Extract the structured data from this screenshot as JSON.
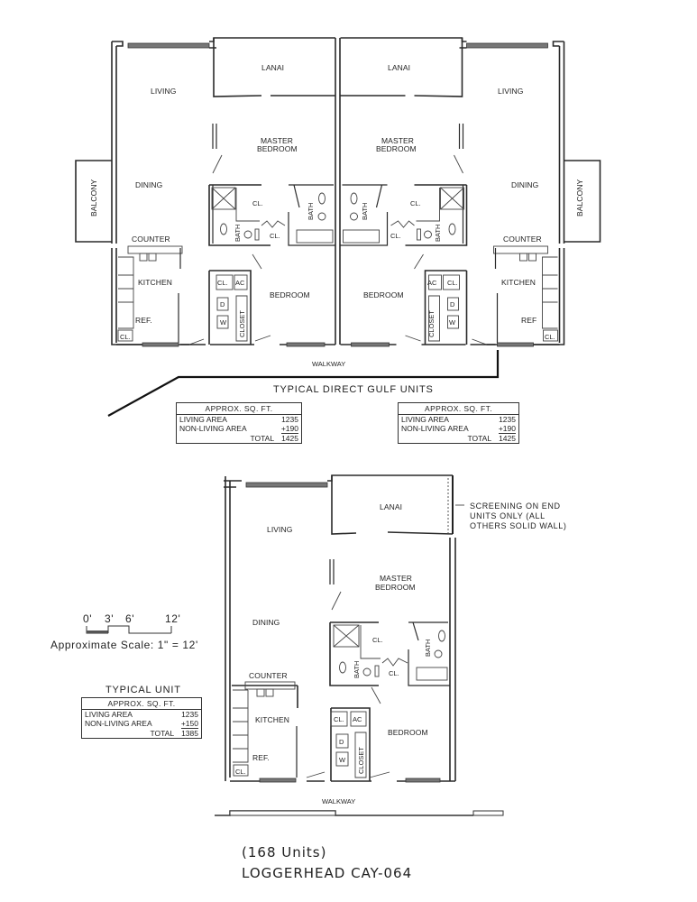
{
  "document": {
    "project_title": "LOGGERHEAD CAY-064",
    "unit_count": "(168 Units)"
  },
  "top_plan": {
    "heading": "TYPICAL DIRECT GULF UNITS",
    "walkway_label": "WALKWAY",
    "left_unit": {
      "rooms": {
        "lanai": "LANAI",
        "living": "LIVING",
        "master_bedroom_line1": "MASTER",
        "master_bedroom_line2": "BEDROOM",
        "dining": "DINING",
        "balcony": "BALCONY",
        "counter": "COUNTER",
        "kitchen": "KITCHEN",
        "ref": "REF.",
        "cl_kitchen": "CL.",
        "bedroom": "BEDROOM",
        "bath_1": "BATH",
        "bath_2": "BATH",
        "cl_1": "CL.",
        "cl_2": "CL.",
        "cl_3": "CL.",
        "ac": "AC",
        "dryer": "D",
        "washer": "W",
        "closet": "CLOSET"
      },
      "sqft_table": {
        "header": "APPROX. SQ. FT.",
        "living_label": "LIVING AREA",
        "living_value": "1235",
        "nonliving_label": "NON-LIVING AREA",
        "nonliving_value": "+190",
        "total_label": "TOTAL",
        "total_value": "1425"
      }
    },
    "right_unit": {
      "rooms": {
        "lanai": "LANAI",
        "living": "LIVING",
        "master_bedroom_line1": "MASTER",
        "master_bedroom_line2": "BEDROOM",
        "dining": "DINING",
        "balcony": "BALCONY",
        "counter": "COUNTER",
        "kitchen": "KITCHEN",
        "ref": "REF",
        "cl_kitchen": "CL.",
        "bedroom": "BEDROOM",
        "bath_1": "BATH",
        "bath_2": "BATH",
        "cl_1": "CL.",
        "cl_2": "CL.",
        "cl_3": "CL.",
        "ac": "AC",
        "dryer": "D",
        "washer": "W",
        "closet": "CLOSET"
      },
      "sqft_table": {
        "header": "APPROX. SQ. FT.",
        "living_label": "LIVING AREA",
        "living_value": "1235",
        "nonliving_label": "NON-LIVING AREA",
        "nonliving_value": "+190",
        "total_label": "TOTAL",
        "total_value": "1425"
      }
    }
  },
  "bottom_plan": {
    "heading": "TYPICAL UNIT",
    "walkway_label": "WALKWAY",
    "note_lines": [
      "SCREENING ON END",
      "UNITS ONLY (ALL",
      "OTHERS SOLID WALL)"
    ],
    "rooms": {
      "lanai": "LANAI",
      "living": "LIVING",
      "master_bedroom_line1": "MASTER",
      "master_bedroom_line2": "BEDROOM",
      "dining": "DINING",
      "counter": "COUNTER",
      "kitchen": "KITCHEN",
      "ref": "REF.",
      "cl_kitchen": "CL.",
      "bedroom": "BEDROOM",
      "bath_1": "BATH",
      "bath_2": "BATH",
      "cl_1": "CL.",
      "cl_2": "CL.",
      "cl_3": "CL.",
      "ac": "AC",
      "dryer": "D",
      "washer": "W",
      "closet": "CLOSET"
    },
    "sqft_table": {
      "header": "APPROX. SQ. FT.",
      "living_label": "LIVING AREA",
      "living_value": "1235",
      "nonliving_label": "NON-LIVING AREA",
      "nonliving_value": "+150",
      "total_label": "TOTAL",
      "total_value": "1385"
    }
  },
  "scale_bar": {
    "ticks": [
      "0'",
      "3'",
      "6'",
      "12'"
    ],
    "caption": "Approximate Scale: 1\" = 12'"
  }
}
